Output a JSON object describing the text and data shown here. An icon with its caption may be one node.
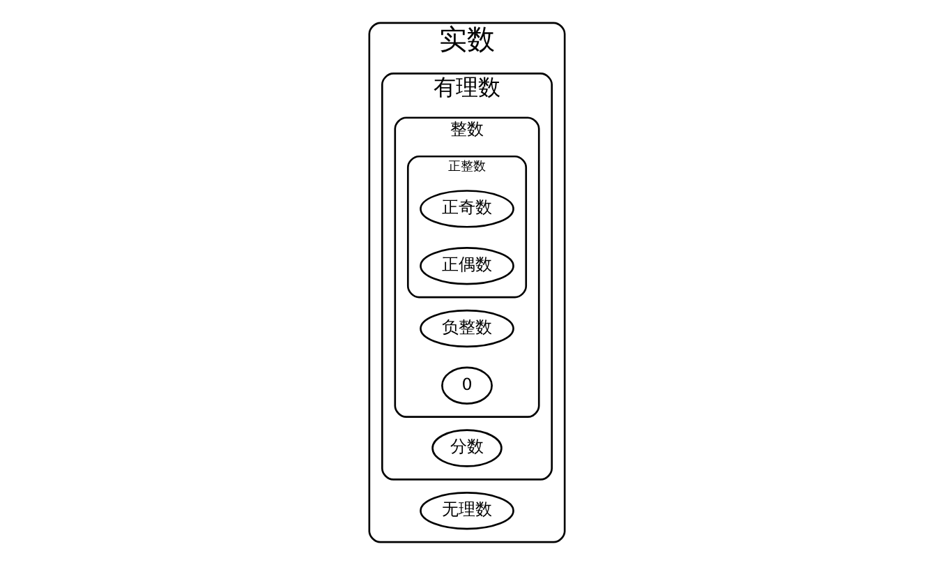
{
  "diagram": {
    "nodes": [
      {
        "text": [
          "实数"
        ]
      },
      {
        "text": [
          "无理数"
        ],
        "in": 0
      },
      {
        "text": [
          "有理数"
        ],
        "in": 0
      },
      {
        "text": [
          "分数"
        ],
        "in": 2
      },
      {
        "text": [
          "整数"
        ],
        "in": 2
      },
      {
        "text": [
          "负整数"
        ],
        "in": 4
      },
      {
        "text": [
          "正整数"
        ],
        "in": 4
      },
      {
        "text": [
          "正奇数"
        ],
        "in": 6
      },
      {
        "text": [
          "正偶数"
        ],
        "in": 6
      },
      {
        "text": [
          "0"
        ],
        "in": 4
      }
    ],
    "edges": []
  }
}
